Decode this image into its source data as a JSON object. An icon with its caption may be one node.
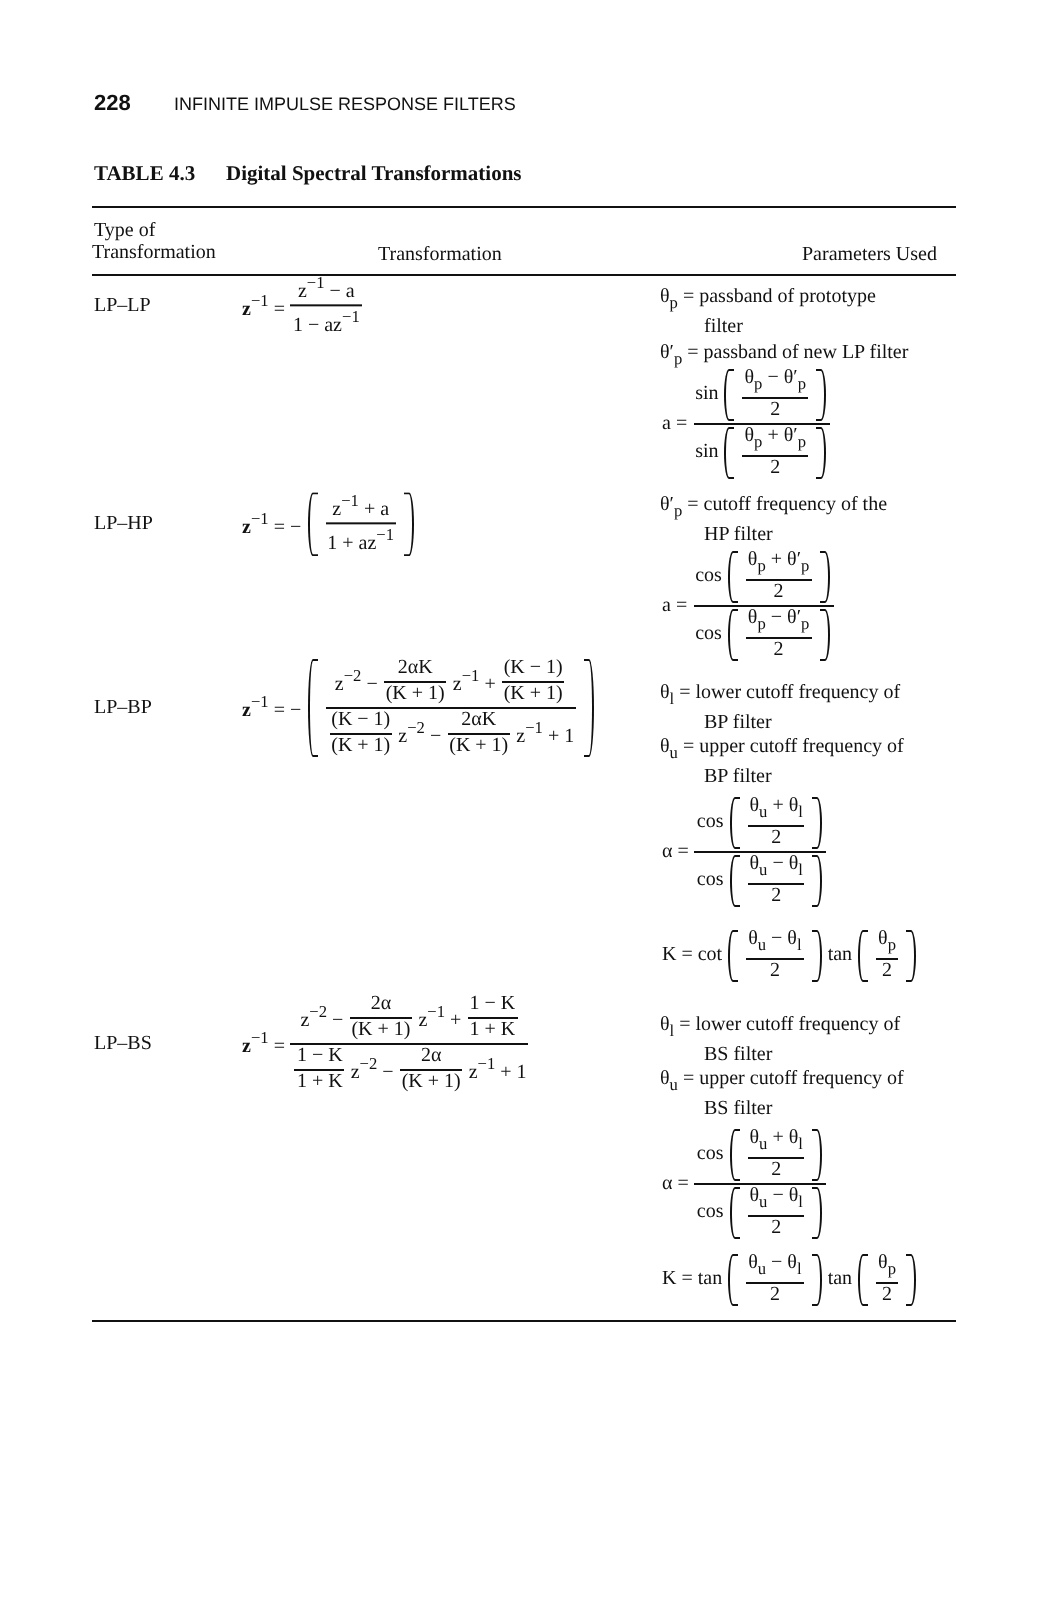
{
  "diagram": {
    "labels": [
      "228",
      "INFINITE IMPULSE RESPONSE FILTERS",
      "TABLE 4.3",
      "Digital Spectral Transformations",
      "Type of Transformation",
      "Transformation",
      "Parameters Used",
      "LP–LP",
      "**z**$^{−1}$ =",
      "z$^{−1}$ − a",
      "1 − az$^{−1}$",
      "θ$_{p}$ = passband of prototype filter",
      "θ′$_{p}$ = passband of new LP filter",
      "a =",
      "sin",
      "θ$_{p}$ − θ′$_{p}$",
      "2",
      "sin",
      "θ$_{p}$ + θ′$_{p}$",
      "2",
      "LP–HP",
      "**z**$^{−1}$ = −",
      "z$^{−1}$ + a",
      "1 + az$^{−1}$",
      "θ′$_{p}$ = cutoff frequency of the HP filter",
      "a =",
      "cos",
      "θ$_{p}$ + θ′$_{p}$",
      "2",
      "cos",
      "θ$_{p}$ − θ′$_{p}$",
      "2",
      "LP–BP",
      "**z**$^{−1}$ = −",
      "z$^{−2}$ −",
      "2αK",
      "(K + 1)",
      "z$^{−1}$ +",
      "(K − 1)",
      "(K + 1)",
      "(K − 1)",
      "(K + 1)",
      "z$^{−2}$ −",
      "2αK",
      "(K + 1)",
      "z$^{−1}$ + 1",
      "θ$_{l}$ = lower cutoff frequency of BP filter",
      "θ$_{u}$ = upper cutoff frequency of BP filter",
      "α =",
      "cos",
      "θ$_{u}$ + θ$_{l}$",
      "2",
      "cos",
      "θ$_{u}$ − θ$_{l}$",
      "2",
      "K = cot",
      "θ$_{u}$ − θ$_{l}$",
      "2",
      "tan",
      "θ$_{p}$",
      "2",
      "LP–BS",
      "**z**$^{−1}$ =",
      "z$^{−2}$ −",
      "2α",
      "(K + 1)",
      "z$^{−1}$ +",
      "1 − K",
      "1 + K",
      "1 − K",
      "1 + K",
      "z$^{−2}$ −",
      "2α",
      "(K + 1)",
      "z$^{−1}$ + 1",
      "θ$_{l}$ = lower cutoff frequency of BS filter",
      "θ$_{u}$ = upper cutoff frequency of BS filter",
      "α =",
      "cos",
      "θ$_{u}$ + θ$_{l}$",
      "2",
      "cos",
      "θ$_{u}$ − θ$_{l}$",
      "2",
      "K = tan",
      "θ$_{u}$ − θ$_{l}$",
      "2",
      "tan",
      "θ$_{p}$",
      "2"
    ]
  }
}
